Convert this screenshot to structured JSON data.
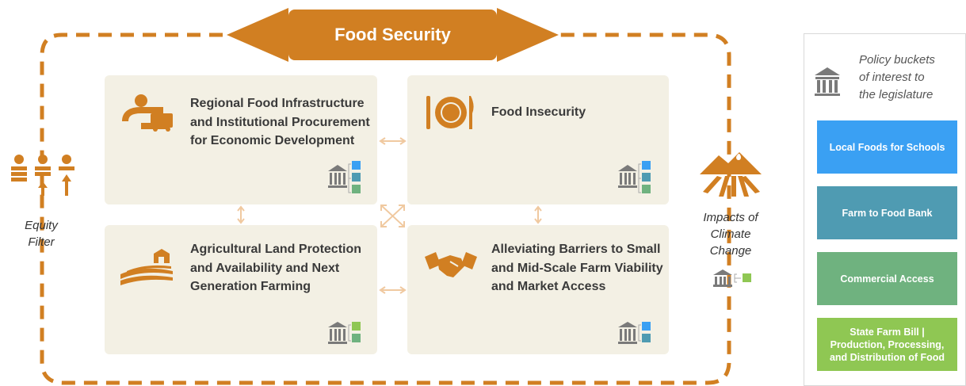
{
  "title": "Food Security",
  "colors": {
    "orange": "#d17f22",
    "card_bg": "#f3f0e4",
    "connector": "#f0c9a0",
    "blue": "#3aa0f3",
    "teal": "#4f9bb2",
    "green": "#6fb27f",
    "lime": "#8fc753",
    "gray_icon": "#7a7a7a"
  },
  "cards": [
    {
      "title": "Regional Food Infrastructure and Institutional Procurement for Economic Development",
      "icon": "truck-road-icon",
      "buckets": [
        "blue",
        "teal",
        "green"
      ]
    },
    {
      "title": "Food Insecurity",
      "icon": "plate-fork-knife-icon",
      "buckets": [
        "blue",
        "teal",
        "green"
      ]
    },
    {
      "title": "Agricultural Land Protection and Availability and Next Generation Farming",
      "icon": "farm-field-icon",
      "buckets": [
        "lime",
        "green"
      ]
    },
    {
      "title": "Alleviating Barriers to Small and Mid-Scale Farm Viability and Market Access",
      "icon": "handshake-icon",
      "buckets": [
        "blue",
        "teal"
      ]
    }
  ],
  "left_label": {
    "line1": "Equity",
    "line2": "Filter",
    "icon": "people-arrows-icon"
  },
  "right_label": {
    "line1": "Impacts of",
    "line2": "Climate",
    "line3": "Change",
    "icon": "mountain-drought-icon",
    "buckets": [
      "lime"
    ]
  },
  "legend": {
    "heading_line1": "Policy buckets",
    "heading_line2": "of interest to",
    "heading_line3": "the legislature",
    "icon": "government-building-icon",
    "items": [
      {
        "lines": [
          "Local Foods for Schools"
        ],
        "color": "#3aa0f3"
      },
      {
        "lines": [
          "Farm to Food Bank"
        ],
        "color": "#4f9bb2"
      },
      {
        "lines": [
          "Commercial Access"
        ],
        "color": "#6fb27f"
      },
      {
        "lines": [
          "State Farm Bill |",
          "Production, Processing,",
          "and Distribution of Food"
        ],
        "color": "#8fc753"
      }
    ]
  }
}
